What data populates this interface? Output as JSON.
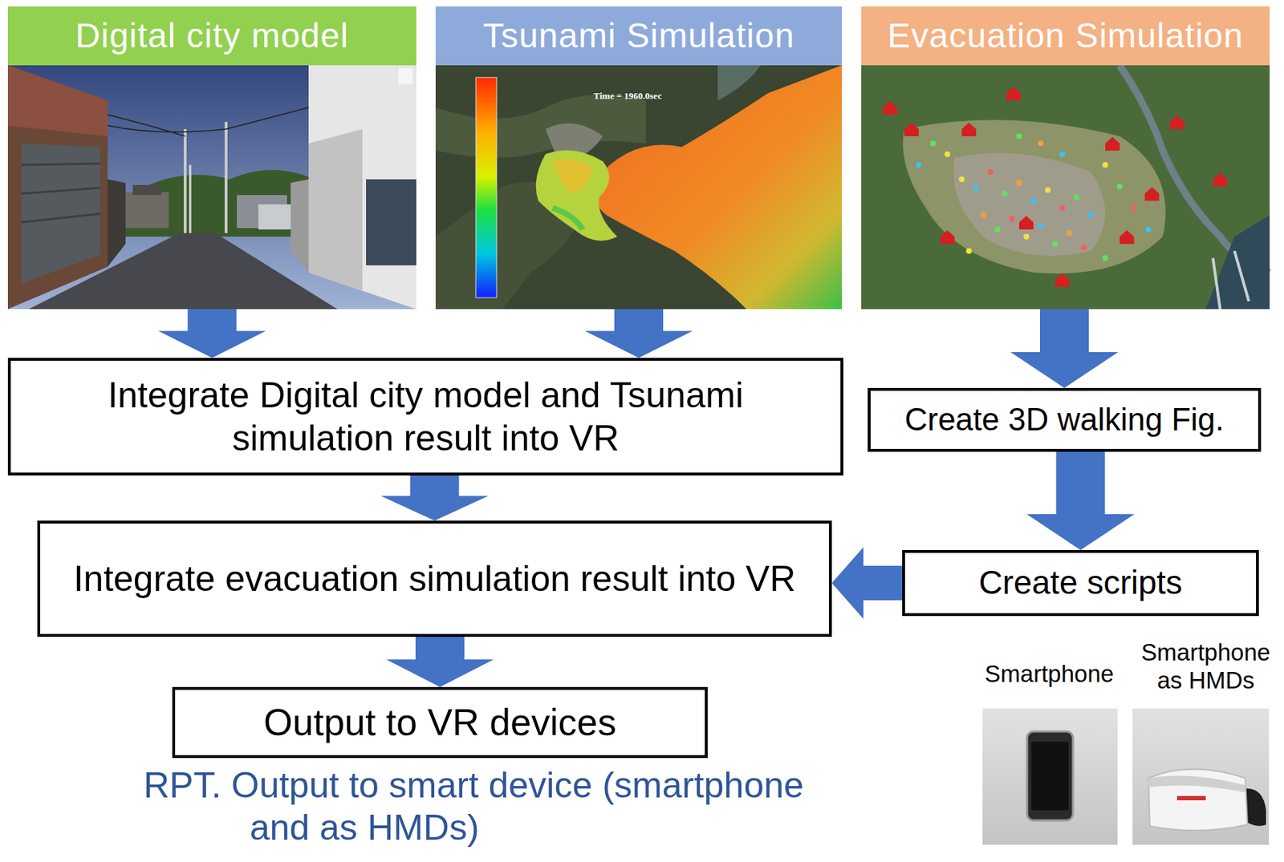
{
  "diagram": {
    "nodes": [
      {
        "text": [
          "Digital city model"
        ]
      },
      {
        "text": [
          "Tsunami Simulation"
        ]
      },
      {
        "text": [
          "Evacuation Simulation"
        ]
      },
      {
        "text": [
          "Integrate Digital city model and Tsunami simulation result into VR"
        ]
      },
      {
        "text": [
          "Create 3D walking Fig."
        ]
      },
      {
        "text": [
          "Integrate evacuation simulation result into VR"
        ]
      },
      {
        "text": [
          "Create scripts"
        ]
      },
      {
        "text": [
          "Output to VR devices"
        ]
      }
    ],
    "edges": [
      {
        "from": 0,
        "to": 3,
        "arrow": "to"
      },
      {
        "from": 1,
        "to": 3,
        "arrow": "to"
      },
      {
        "from": 2,
        "to": 4,
        "arrow": "to"
      },
      {
        "from": 3,
        "to": 5,
        "arrow": "to"
      },
      {
        "from": 4,
        "to": 6,
        "arrow": "to"
      },
      {
        "from": 6,
        "to": 5,
        "arrow": "to"
      },
      {
        "from": 5,
        "to": 7,
        "arrow": "to"
      }
    ],
    "labels": [
      "Time = 1960.0sec",
      "RPT. Output to smart device (smartphone and as HMDs)",
      "Smartphone",
      "Smartphone as HMDs"
    ]
  }
}
